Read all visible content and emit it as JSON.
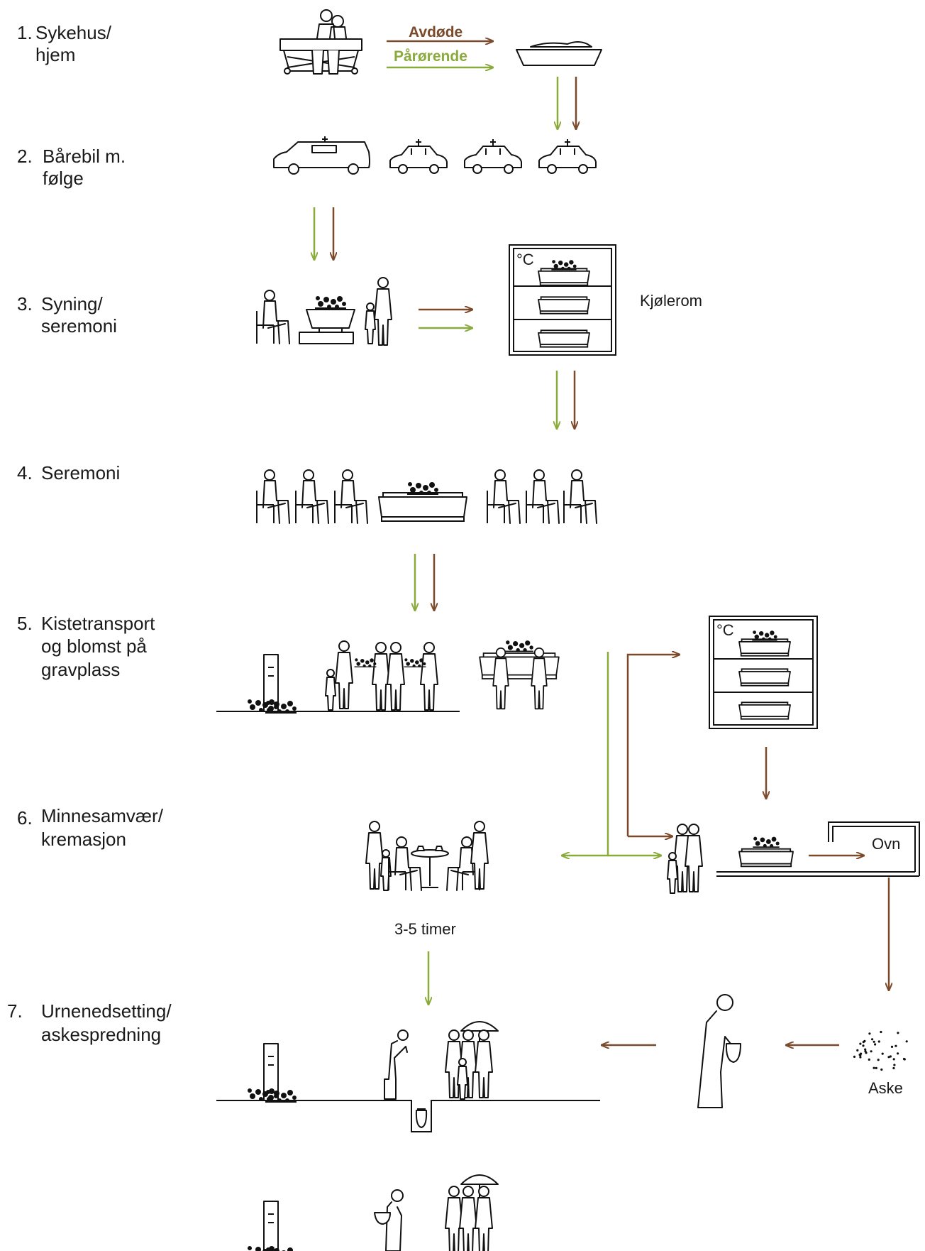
{
  "legend": {
    "deceased": "Avdøde",
    "relatives": "Pårørende"
  },
  "colors": {
    "deceased": "#7a4a2a",
    "relatives": "#8aab3c",
    "ink": "#111111"
  },
  "steps": [
    {
      "num": "1.",
      "line1": "Sykehus/",
      "line2": "hjem",
      "line3": ""
    },
    {
      "num": "2.",
      "line1": "Bårebil m.",
      "line2": "følge",
      "line3": ""
    },
    {
      "num": "3.",
      "line1": "Syning/",
      "line2": "seremoni",
      "line3": ""
    },
    {
      "num": "4.",
      "line1": "Seremoni",
      "line2": "",
      "line3": ""
    },
    {
      "num": "5.",
      "line1": "Kistetransport",
      "line2": "og blomst på",
      "line3": "gravplass"
    },
    {
      "num": "6.",
      "line1": "Minnesamvær/",
      "line2": "kremasjon",
      "line3": ""
    },
    {
      "num": "7.",
      "line1": "Urnenedsetting/",
      "line2": "askespredning",
      "line3": ""
    }
  ],
  "labels": {
    "cold_room": "Kjølerom",
    "oven": "Ovn",
    "duration": "3-5 timer",
    "ash": "Aske",
    "degree": "°C"
  },
  "icons": [
    "hospital-bed-icon",
    "stretcher-icon",
    "hearse-icon",
    "car-icon",
    "seated-person-icon",
    "coffin-icon",
    "flower-icon",
    "gravestone-icon",
    "standing-person-icon",
    "child-icon",
    "umbrella-icon",
    "urn-icon",
    "ash-dots-icon",
    "cafe-table-icon",
    "cooling-rack-icon",
    "oven-icon"
  ]
}
